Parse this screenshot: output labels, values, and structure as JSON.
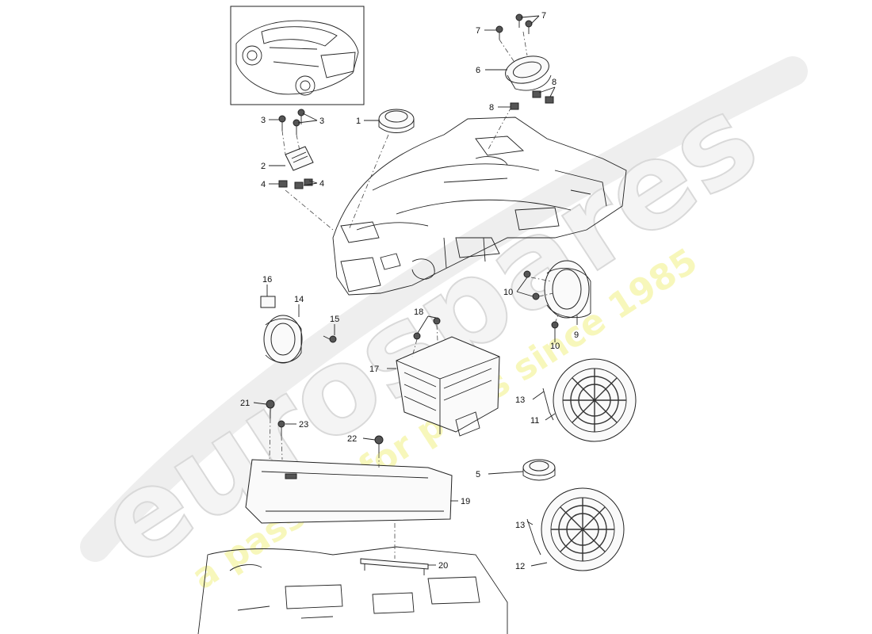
{
  "watermark": {
    "brand": "eurospares",
    "tagline": "a passion for parts since 1985"
  },
  "callouts": [
    {
      "id": "c1",
      "text": "1"
    },
    {
      "id": "c2",
      "text": "2"
    },
    {
      "id": "c3a",
      "text": "3"
    },
    {
      "id": "c3b",
      "text": "3"
    },
    {
      "id": "c4a",
      "text": "4"
    },
    {
      "id": "c4b",
      "text": "4"
    },
    {
      "id": "c5",
      "text": "5"
    },
    {
      "id": "c6",
      "text": "6"
    },
    {
      "id": "c7a",
      "text": "7"
    },
    {
      "id": "c7b",
      "text": "7"
    },
    {
      "id": "c8a",
      "text": "8"
    },
    {
      "id": "c8b",
      "text": "8"
    },
    {
      "id": "c9",
      "text": "9"
    },
    {
      "id": "c10a",
      "text": "10"
    },
    {
      "id": "c10b",
      "text": "10"
    },
    {
      "id": "c11",
      "text": "11"
    },
    {
      "id": "c12",
      "text": "12"
    },
    {
      "id": "c13a",
      "text": "13"
    },
    {
      "id": "c13b",
      "text": "13"
    },
    {
      "id": "c14",
      "text": "14"
    },
    {
      "id": "c15",
      "text": "15"
    },
    {
      "id": "c16",
      "text": "16"
    },
    {
      "id": "c17",
      "text": "17"
    },
    {
      "id": "c18",
      "text": "18"
    },
    {
      "id": "c19",
      "text": "19"
    },
    {
      "id": "c20",
      "text": "20"
    },
    {
      "id": "c21",
      "text": "21"
    },
    {
      "id": "c22",
      "text": "22"
    },
    {
      "id": "c23",
      "text": "23"
    }
  ]
}
